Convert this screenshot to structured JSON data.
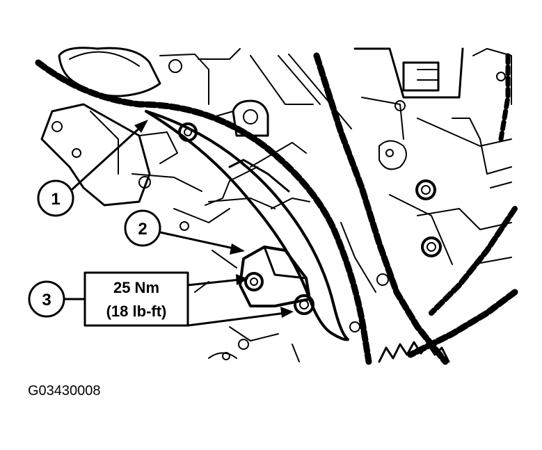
{
  "callouts": [
    {
      "id": "callout-1",
      "number": "1"
    },
    {
      "id": "callout-2",
      "number": "2"
    },
    {
      "id": "callout-3",
      "number": "3"
    }
  ],
  "torque_spec": {
    "metric": "25 Nm",
    "imperial": "(18 lb-ft)"
  },
  "figure_id": "G03430008"
}
